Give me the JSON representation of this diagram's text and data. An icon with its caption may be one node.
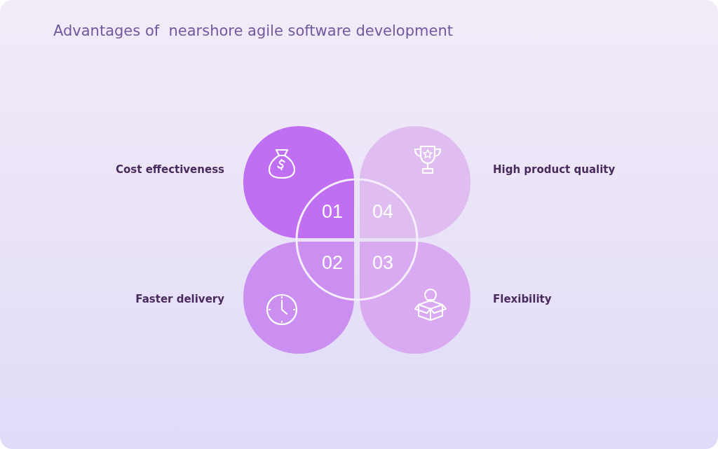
{
  "diagram": {
    "title": "Advantages of  nearshore agile software development",
    "nodes": [
      {
        "text": [
          "01"
        ],
        "beside": [
          "Cost effectiveness"
        ]
      },
      {
        "text": [
          "04"
        ],
        "beside": [
          "High product quality"
        ]
      },
      {
        "text": [
          "02"
        ],
        "beside": [
          "Faster delivery"
        ]
      },
      {
        "text": [
          "03"
        ],
        "beside": [
          "Flexibility"
        ]
      }
    ],
    "edges": []
  }
}
